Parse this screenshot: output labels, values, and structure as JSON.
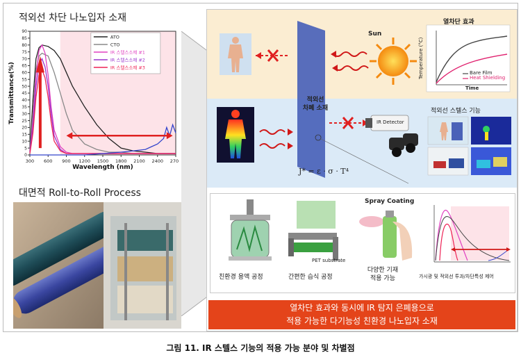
{
  "left": {
    "title": "적외선 차단 나노입자 소재",
    "roll_title": "대면적 Roll-to-Roll Process"
  },
  "chart_data": {
    "type": "line",
    "xlabel": "Wavelength (nm)",
    "ylabel": "Transmittance(%)",
    "xlim": [
      300,
      2700
    ],
    "ylim": [
      0,
      90
    ],
    "x_ticks": [
      300,
      600,
      900,
      1200,
      1500,
      1800,
      2100,
      2400,
      2700
    ],
    "y_ticks": [
      0,
      5,
      10,
      15,
      20,
      25,
      30,
      35,
      40,
      45,
      50,
      55,
      60,
      65,
      70,
      75,
      80,
      85,
      90
    ],
    "series": [
      {
        "name": "ATO",
        "color": "#222222",
        "x": [
          300,
          350,
          400,
          450,
          500,
          600,
          700,
          800,
          900,
          1000,
          1200,
          1400,
          1600,
          1800,
          2000,
          2200,
          2400,
          2700
        ],
        "y": [
          3,
          40,
          70,
          78,
          80,
          79,
          76,
          70,
          60,
          50,
          35,
          22,
          12,
          5,
          3,
          2,
          1,
          1
        ]
      },
      {
        "name": "CTO",
        "color": "#888888",
        "x": [
          300,
          350,
          400,
          450,
          500,
          600,
          700,
          800,
          900,
          1000,
          1200,
          1400,
          1600,
          1800,
          2000,
          2200,
          2400,
          2700
        ],
        "y": [
          2,
          30,
          62,
          72,
          74,
          72,
          60,
          45,
          30,
          18,
          8,
          4,
          2,
          2,
          1,
          1,
          1,
          1
        ]
      },
      {
        "name": "IR 스텔스소재 #1",
        "color": "#e040c0",
        "x": [
          300,
          350,
          400,
          450,
          500,
          550,
          600,
          650,
          700,
          800,
          900,
          1000,
          1500,
          2000,
          2700
        ],
        "y": [
          2,
          25,
          58,
          76,
          80,
          74,
          58,
          35,
          18,
          6,
          2,
          1,
          1,
          1,
          1
        ]
      },
      {
        "name": "IR 스텔스소재 #2",
        "color": "#9933cc",
        "x": [
          300,
          350,
          400,
          450,
          500,
          550,
          600,
          650,
          700,
          800,
          900,
          1000,
          1500,
          2000,
          2700
        ],
        "y": [
          2,
          20,
          50,
          66,
          70,
          64,
          50,
          30,
          14,
          4,
          1,
          1,
          1,
          1,
          1
        ]
      },
      {
        "name": "IR 스텔스소재 #3",
        "color": "#ee2255",
        "x": [
          300,
          350,
          400,
          450,
          500,
          550,
          600,
          650,
          700,
          800,
          900,
          1000,
          1500,
          2000,
          2700
        ],
        "y": [
          1,
          16,
          42,
          58,
          62,
          56,
          42,
          24,
          10,
          3,
          1,
          1,
          1,
          1,
          1
        ]
      },
      {
        "name": "",
        "color": "#3344cc",
        "x": [
          300,
          900,
          1200,
          1500,
          1800,
          2000,
          2200,
          2300,
          2400,
          2500,
          2550,
          2600,
          2650,
          2700
        ],
        "y": [
          0,
          0,
          0,
          1,
          2,
          3,
          4,
          6,
          8,
          12,
          20,
          14,
          22,
          16
        ]
      }
    ],
    "grid": false,
    "legend": "top-right"
  },
  "diagram": {
    "human_label": "",
    "sun_label": "Sun",
    "film_label": "적외선\n차폐 소재",
    "detector_label": "IR Detector",
    "formula": "J* = ε · σ · T⁴",
    "mini_chart": {
      "title": "열차단 효과",
      "ylabel": "Temperature (°C)",
      "xlabel": "Time",
      "legend_bare": "Bare Film",
      "legend_heat": "Heat Shielding"
    },
    "stealth_title": "적외선 스텔스 기능",
    "process": {
      "spray_label": "Spray Coating",
      "pet_label": "PET substrate",
      "caption1": "친환경 용액 공정",
      "caption2": "간편한 습식 공정",
      "caption3": "다양한 기재\n적용 가능",
      "caption4": "가시광 및 적외선 투과/차단특성 제어"
    },
    "banner_line1": "열차단 효과와 동시에 IR 탐지 은폐용으로",
    "banner_line2": "적용 가능한 다기능성 친환경 나노입자 소재"
  },
  "caption": "그림 11. IR 스텔스 기능의 적용 가능 분야 및 차별점",
  "colors": {
    "banner": "#e4441a",
    "panel_top": "#fbedd2",
    "panel_mid": "#dbeaf7",
    "arrow": "#e02020",
    "film": "#4a62b8"
  }
}
